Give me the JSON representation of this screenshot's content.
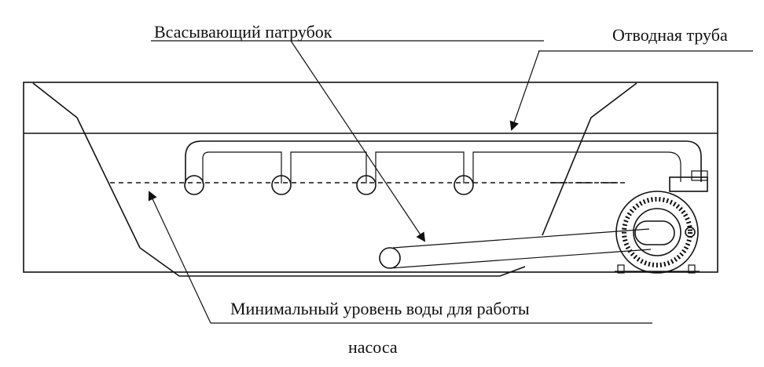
{
  "labels": {
    "suction_nozzle": "Всасывающий патрубок",
    "outlet_pipe": "Отводная труба",
    "min_water_level_line1": "Минимальный уровень воды для работы",
    "min_water_level_line2": "насоса"
  },
  "icons": [
    "pump-icon",
    "arrow-icon"
  ],
  "colors": {
    "line": "#111111",
    "background": "#ffffff"
  }
}
